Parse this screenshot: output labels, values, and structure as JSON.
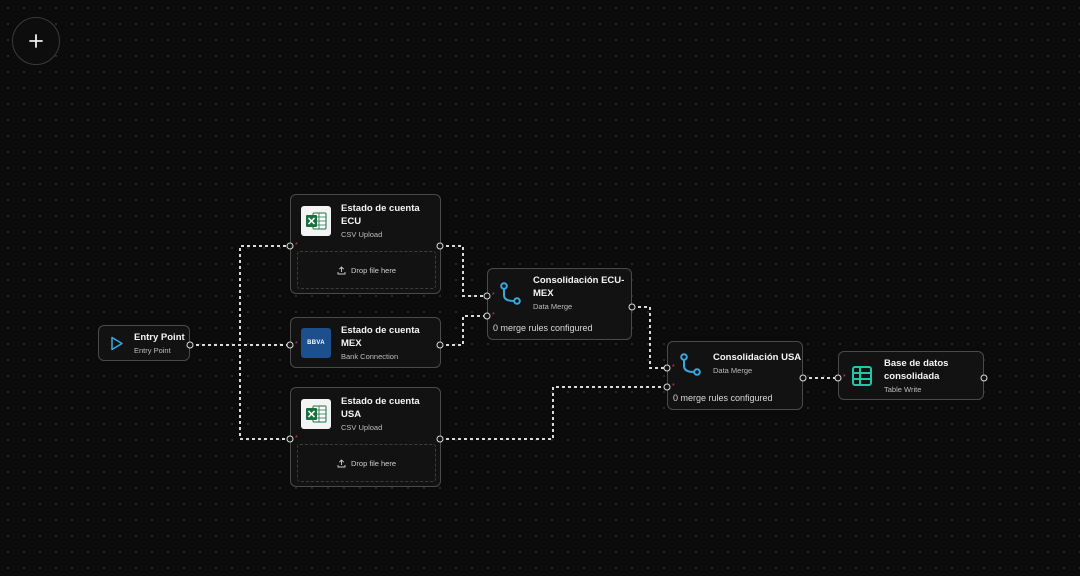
{
  "toolbar": {
    "add_icon": "plus-icon"
  },
  "nodes": {
    "entry": {
      "title": "Entry Point",
      "subtitle": "Entry Point",
      "icon": "play-icon"
    },
    "ecu": {
      "title": "Estado de cuenta ECU",
      "subtitle": "CSV Upload",
      "drop_label": "Drop file here",
      "icon": "excel-icon"
    },
    "mex": {
      "title": "Estado de cuenta MEX",
      "subtitle": "Bank Connection",
      "icon": "bbva-logo",
      "logo_text": "BBVA"
    },
    "usa": {
      "title": "Estado de cuenta USA",
      "subtitle": "CSV Upload",
      "drop_label": "Drop file here",
      "icon": "excel-icon"
    },
    "merge_ecu_mex": {
      "title": "Consolidación ECU-MEX",
      "subtitle": "Data Merge",
      "rules": "0 merge rules configured",
      "icon": "merge-icon"
    },
    "merge_usa": {
      "title": "Consolidación USA",
      "subtitle": "Data Merge",
      "rules": "0 merge rules configured",
      "icon": "merge-icon"
    },
    "table_write": {
      "title": "Base de datos consolidada",
      "subtitle": "Table Write",
      "icon": "table-icon"
    }
  },
  "required_marker": "*",
  "colors": {
    "background": "#0b0b0b",
    "node_bg": "#121212",
    "node_border": "#4a4a4a",
    "accent_blue": "#38a9e0",
    "accent_teal": "#22c7a6",
    "excel_green": "#1d6f42",
    "bbva_blue": "#1d4f8c",
    "required_red": "#e04040",
    "edge": "#d9d9d9"
  }
}
